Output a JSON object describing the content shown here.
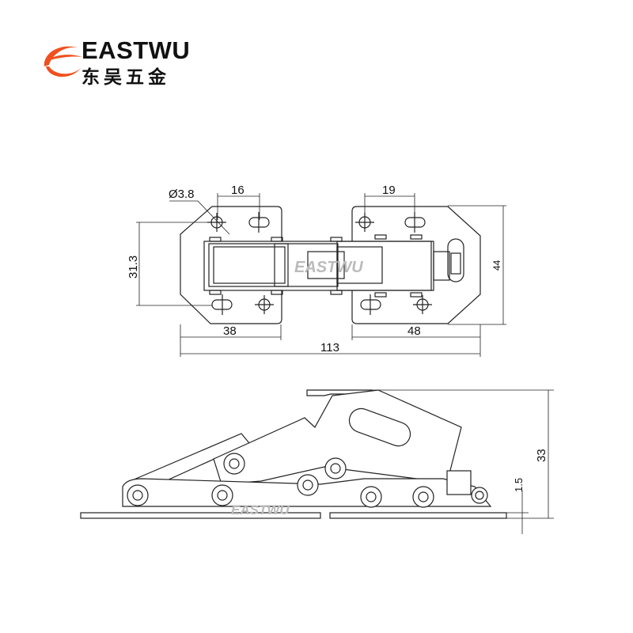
{
  "logo": {
    "brand": "EASTWU",
    "brand_cn": "东吴五金",
    "accent": "#f0501e"
  },
  "watermark": "EASTWU",
  "top_view": {
    "hole_diameter": "Ø3.8",
    "dim_left_holes": "16",
    "dim_right_holes": "19",
    "dim_hole_spacing": "31.3",
    "dim_height": "44",
    "dim_left_plate": "38",
    "dim_right_plate": "48",
    "dim_total": "113"
  },
  "side_view": {
    "dim_height": "33",
    "dim_plate_thickness": "1.5"
  }
}
